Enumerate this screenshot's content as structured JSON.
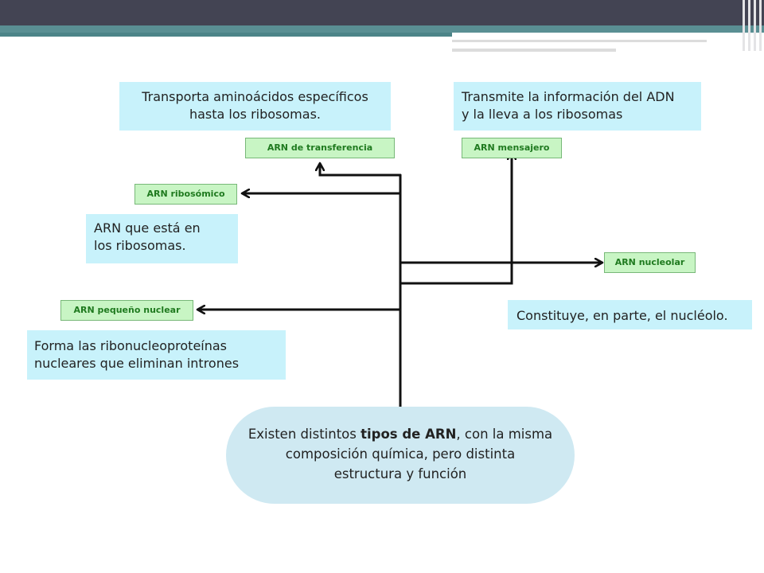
{
  "colors": {
    "top_bar": "#434453",
    "accent_teal": "#5a8f93",
    "description_box": "#c8f2fb",
    "label_fill": "#c8f5c4",
    "label_text": "#1f7a1f",
    "main_fill": "#cfe9f2",
    "connector": "#111111"
  },
  "central": {
    "text_before": "Existen distintos ",
    "text_bold": "tipos de ARN",
    "text_after": ", con la misma",
    "line2": "composición química, pero distinta",
    "line3": "estructura  y función"
  },
  "nodes": {
    "arn_transferencia": {
      "label": "ARN de transferencia",
      "description": [
        "Transporta aminoácidos específicos",
        "hasta los ribosomas."
      ]
    },
    "arn_mensajero": {
      "label": "ARN mensajero",
      "description": [
        "Transmite la información del ADN",
        "y la lleva a los ribosomas"
      ]
    },
    "arn_ribosomico": {
      "label": "ARN ribosómico",
      "description": [
        "ARN que está en",
        "los ribosomas."
      ]
    },
    "arn_nucleolar": {
      "label": "ARN nucleolar",
      "description": [
        "Constituye, en parte, el nucléolo."
      ]
    },
    "arn_pequeno_nuclear": {
      "label": "ARN pequeño nuclear",
      "description": [
        "Forma las ribonucleoproteínas",
        "nucleares que eliminan intrones"
      ]
    }
  }
}
